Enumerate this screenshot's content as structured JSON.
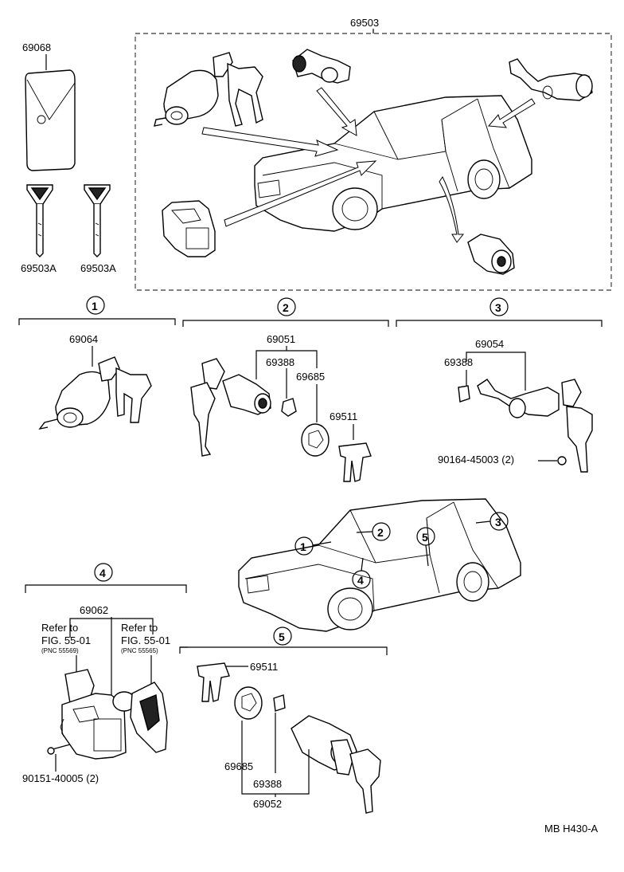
{
  "part_numbers": {
    "assembly": "69503",
    "key_plate": "69068",
    "key_left": "69503A",
    "key_right": "69503A",
    "ignition_cyl": "69064",
    "door_lock_cyl": "69051",
    "retainer_a": "69388",
    "pad_a": "69685",
    "clip_a": "69511",
    "rear_lock_cyl": "69054",
    "retainer_b": "69388",
    "screw_b": "90164-45003 (2)",
    "trunk_lock": "69062",
    "refer_left_1": "Refer to",
    "refer_left_2": "FIG. 55-01",
    "refer_left_3": "(PNC 55569)",
    "refer_right_1": "Refer to",
    "refer_right_2": "FIG. 55-01",
    "refer_right_3": "(PNC 55565)",
    "screw_c": "90151-40005 (2)",
    "clip_b": "69511",
    "pad_b": "69685",
    "retainer_c": "69388",
    "door_lock_cyl_b": "69052",
    "diagram_code": "MB H430-A"
  },
  "callouts": [
    "1",
    "2",
    "3",
    "4",
    "5"
  ]
}
